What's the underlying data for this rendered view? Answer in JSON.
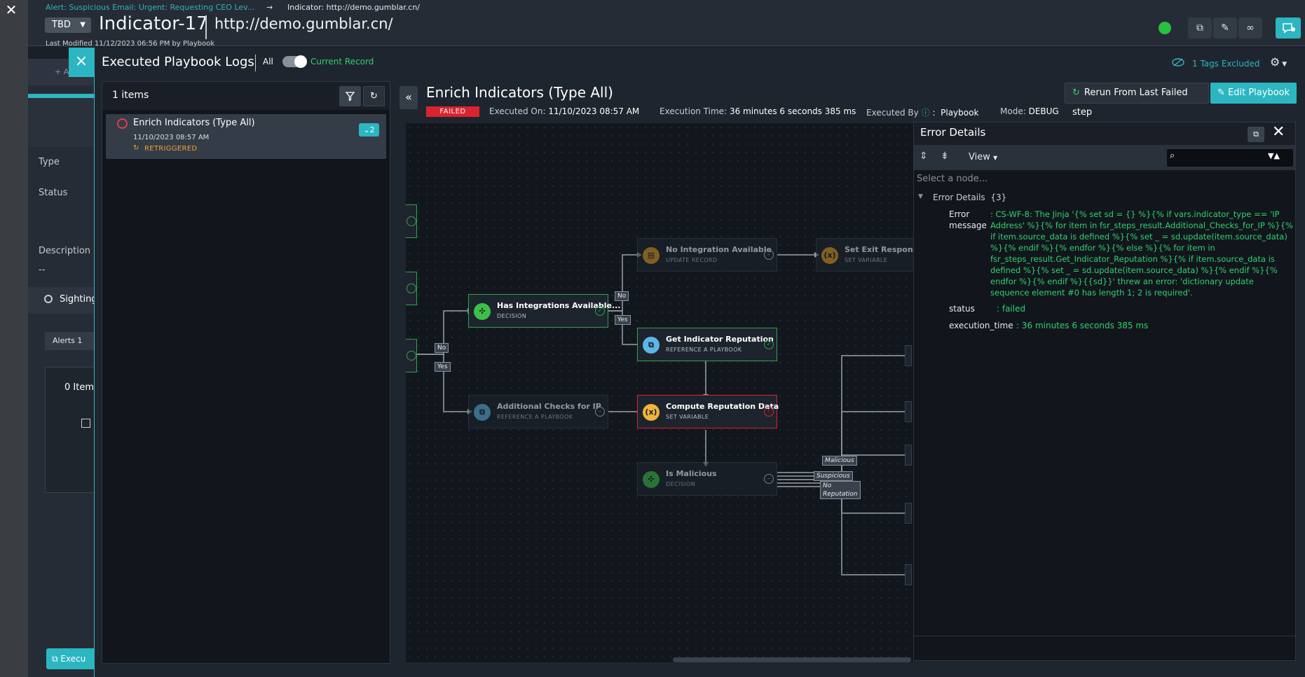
{
  "header": {
    "crumb_alert": "Alert: Suspicious Email: Urgent: Requesting CEO Lev...",
    "crumb_arrow": "→",
    "crumb_indicator": "Indicator: http://demo.gumblar.cn/",
    "tbd_label": "TBD",
    "title": "Indicator-17",
    "url": "http://demo.gumblar.cn/",
    "last_modified": "Last Modified 11/12/2023 06:56 PM by Playbook"
  },
  "record": {
    "type_label": "Type",
    "status_label": "Status",
    "description_label": "Description",
    "description_value": "--",
    "sightings_label": "Sighting",
    "alerts_tab": "Alerts",
    "alerts_count": "1",
    "items_label": "0 Item",
    "execute_label": "Execu",
    "add_label": "+ A"
  },
  "modal": {
    "title": "Executed Playbook Logs",
    "toggle_all": "All",
    "toggle_current": "Current Record",
    "tags_excluded": "1 Tags Excluded",
    "close_icon": "×"
  },
  "log_list": {
    "count": "1 items",
    "items": [
      {
        "title": "Enrich Indicators (Type All)",
        "date": "11/10/2023 08:57 AM",
        "status": "RETRIGGERED",
        "badge": "2"
      }
    ]
  },
  "playbook": {
    "title": "Enrich Indicators (Type All)",
    "status": "FAILED",
    "executed_on_label": "Executed On:",
    "executed_on": "11/10/2023 08:57 AM",
    "exec_time_label": "Execution Time:",
    "exec_time": "36 minutes 6 seconds 385 ms",
    "executed_by_label": "Executed By",
    "executed_by_sep": ":",
    "executed_by": "Playbook",
    "mode_label": "Mode:",
    "mode": "DEBUG",
    "rerun_label": "Rerun From Last Failed step",
    "edit_label": "Edit Playbook"
  },
  "nodes": [
    {
      "title": "No Integration Available",
      "sub": "UPDATE RECORD"
    },
    {
      "title": "Set Exit Response",
      "sub": "SET VARIABLE"
    },
    {
      "title": "Has Integrations Available...",
      "sub": "DECISION"
    },
    {
      "title": "Get Indicator Reputation",
      "sub": "REFERENCE A PLAYBOOK"
    },
    {
      "title": "Additional Checks for IP",
      "sub": "REFERENCE A PLAYBOOK"
    },
    {
      "title": "Compute Reputation Data",
      "sub": "SET VARIABLE"
    },
    {
      "title": "Is Malicious",
      "sub": "DECISION"
    }
  ],
  "edge_labels": {
    "no_1": "No",
    "yes_1": "Yes",
    "no_2": "No",
    "yes_2": "Yes",
    "malicious": "Malicious",
    "suspicious": "Suspicious",
    "no_reputation": "No Reputation"
  },
  "error_details": {
    "title": "Error Details",
    "view_label": "View",
    "select_placeholder": "Select a node...",
    "tree_label": "Error Details",
    "tree_count": "{3}",
    "error_key": "Error message",
    "error_message": ": CS-WF-8: The Jinja '{% set sd = {} %}{% if vars.indicator_type == 'IP Address' %}{% for item in fsr_steps_result.Additional_Checks_for_IP %}{% if item.source_data is defined %}{% set _ = sd.update(item.source_data) %}{% endif %}{% endfor %}{% else %}{% for item in fsr_steps_result.Get_Indicator_Reputation %}{% if item.source_data is defined %}{% set _ = sd.update(item.source_data) %}{% endif %}{% endfor %}{% endif %}{{sd}}' threw an error: 'dictionary update sequence element #0 has length 1; 2 is required'.",
    "status_key": "status",
    "status_value": ": failed",
    "time_key": "execution_time",
    "time_value": ": 36 minutes 6 seconds 385 ms"
  },
  "colors": {
    "accent": "#2bb6c2",
    "success": "#2fd070",
    "fail": "#d9232f",
    "warning": "#f0a135"
  }
}
